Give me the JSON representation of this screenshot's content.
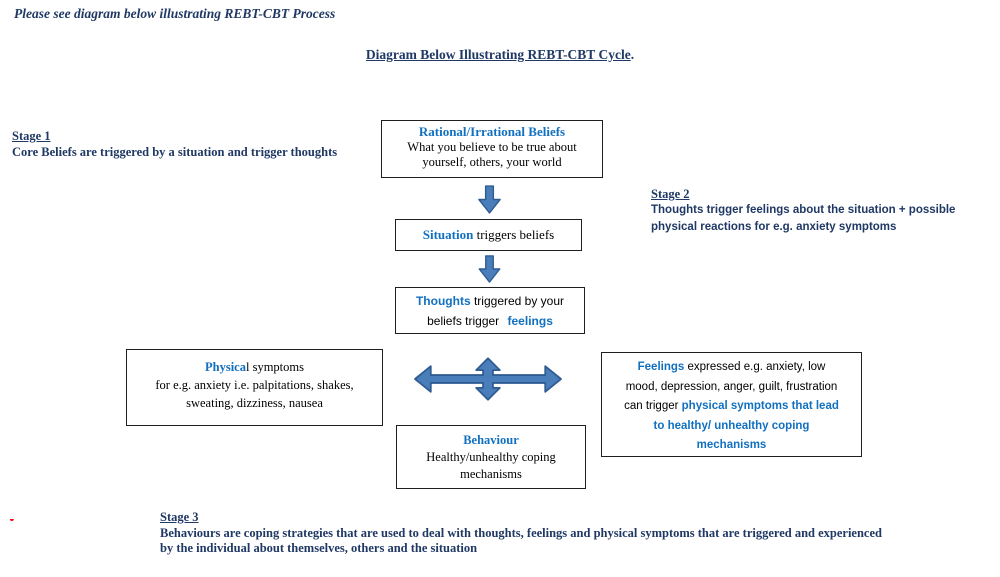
{
  "page": {
    "intro": "Please see diagram below illustrating REBT-CBT Process",
    "title": "Diagram Below Illustrating REBT-CBT Cycle",
    "title_period": "."
  },
  "stage1": {
    "label": "Stage 1",
    "lines": [
      "Core Beliefs are triggered by a situation and trigger thoughts"
    ]
  },
  "stage2": {
    "label": "Stage 2",
    "lines": [
      "Thoughts trigger feelings about the situation + possible",
      "physical reactions for e.g. anxiety symptoms"
    ]
  },
  "stage3": {
    "label": "Stage 3",
    "lines": [
      "Behaviours are coping strategies that are used to deal with thoughts, feelings and physical symptoms that are triggered and experienced",
      "by the individual about themselves, others and the situation"
    ]
  },
  "boxes": {
    "beliefs": {
      "title": "Rational/Irrational Beliefs",
      "lines": [
        "What you believe to be true about",
        "yourself, others, your world"
      ]
    },
    "situation": {
      "blue": "Situation",
      "rest": "triggers beliefs"
    },
    "thoughts": {
      "l1_blue": "Thoughts",
      "l1_rest": "triggered by your",
      "l2_rest": "beliefs trigger",
      "l2_blue": "feelings"
    },
    "physical": {
      "title_blue": "Physica",
      "title_rest": "l symptoms",
      "lines": [
        "for e.g. anxiety i.e.  palpitations, shakes,",
        "sweating, dizziness, nausea"
      ]
    },
    "feelings": {
      "l1_blue": "Feelings",
      "l1_rest": "expressed e.g. anxiety, low",
      "l2": "mood, depression, anger, guilt, frustration",
      "l3_rest": "can trigger",
      "l3_blue": "physical symptoms that lead",
      "l4_blue": "to healthy/ unhealthy coping",
      "l5_blue": "mechanisms"
    },
    "behaviour": {
      "title": "Behaviour",
      "lines": [
        "Healthy/unhealthy coping",
        "mechanisms"
      ]
    }
  },
  "annotations": {
    "red_mark": "-"
  },
  "colors": {
    "navy": "#1f3864",
    "accent_blue": "#1170c0",
    "arrow_fill": "#4a7ebb",
    "arrow_stroke": "#2f5c91",
    "box_border": "#1f1f1f",
    "red_mark": "#ff0000"
  }
}
